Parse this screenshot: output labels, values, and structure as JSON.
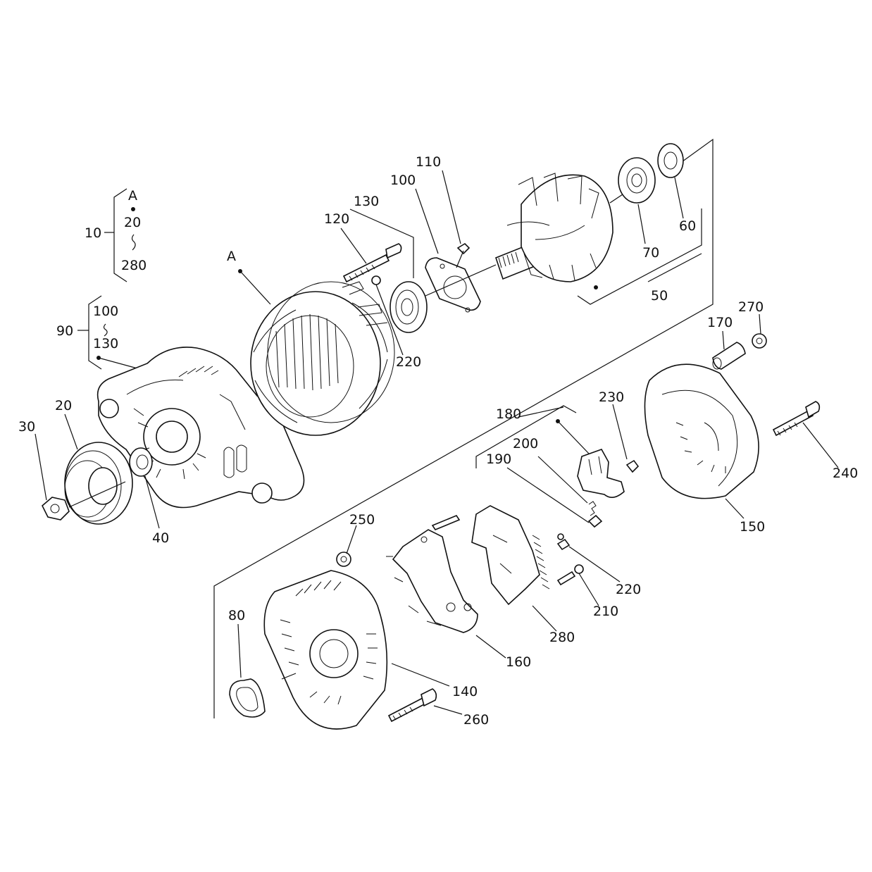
{
  "groups": {
    "g10": {
      "label": "10",
      "members": [
        "A",
        "20",
        "280"
      ]
    },
    "g90": {
      "label": "90",
      "members": [
        "100",
        "130"
      ]
    }
  },
  "reference": {
    "A": "A"
  },
  "callouts": [
    {
      "id": "110",
      "text": "110"
    },
    {
      "id": "100",
      "text": "100"
    },
    {
      "id": "130",
      "text": "130"
    },
    {
      "id": "120",
      "text": "120"
    },
    {
      "id": "60",
      "text": "60"
    },
    {
      "id": "70",
      "text": "70"
    },
    {
      "id": "50",
      "text": "50"
    },
    {
      "id": "220a",
      "text": "220"
    },
    {
      "id": "270",
      "text": "270"
    },
    {
      "id": "170",
      "text": "170"
    },
    {
      "id": "180",
      "text": "180"
    },
    {
      "id": "230",
      "text": "230"
    },
    {
      "id": "200",
      "text": "200"
    },
    {
      "id": "190",
      "text": "190"
    },
    {
      "id": "240",
      "text": "240"
    },
    {
      "id": "150",
      "text": "150"
    },
    {
      "id": "30",
      "text": "30"
    },
    {
      "id": "20",
      "text": "20"
    },
    {
      "id": "40",
      "text": "40"
    },
    {
      "id": "250",
      "text": "250"
    },
    {
      "id": "220b",
      "text": "220"
    },
    {
      "id": "210",
      "text": "210"
    },
    {
      "id": "280",
      "text": "280"
    },
    {
      "id": "160",
      "text": "160"
    },
    {
      "id": "80",
      "text": "80"
    },
    {
      "id": "140",
      "text": "140"
    },
    {
      "id": "260",
      "text": "260"
    }
  ]
}
